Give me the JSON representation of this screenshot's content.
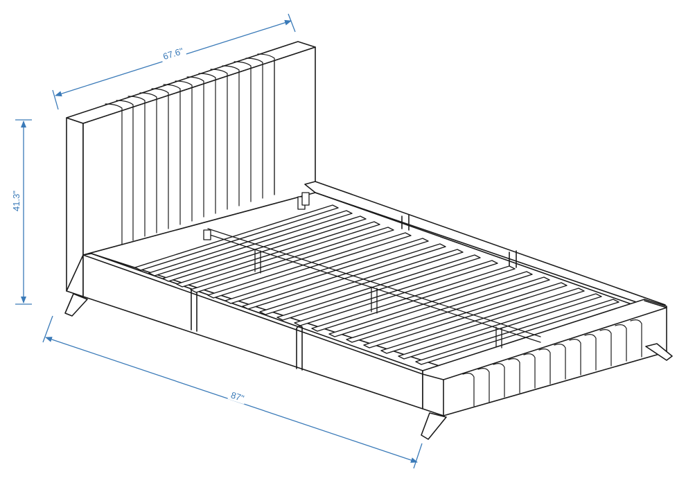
{
  "dimensions": {
    "width": "67.6\"",
    "height": "41.3\"",
    "length": "87\""
  },
  "colors": {
    "line": "#1a1a1a",
    "dimension": "#3a7ab8",
    "background": "#ffffff"
  }
}
